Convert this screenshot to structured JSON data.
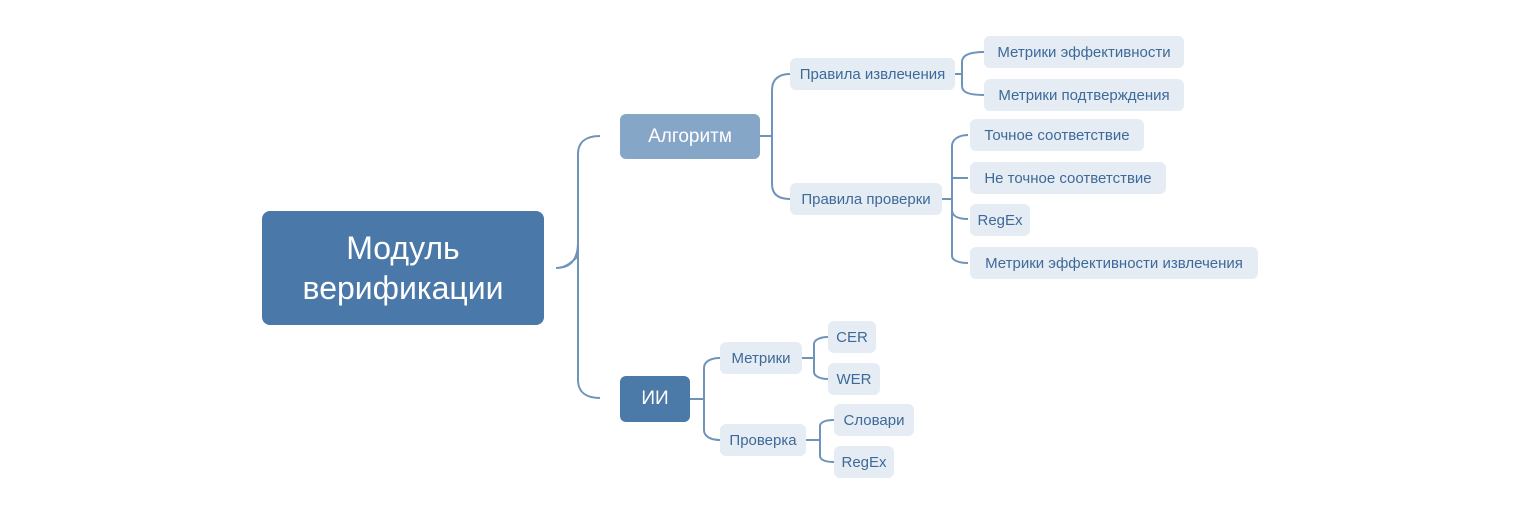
{
  "colors": {
    "root_fill": "#4a78a8",
    "algo_fill": "#86a6c7",
    "ai_fill": "#4b79a8",
    "pill_fill": "#e5ecf4",
    "pill_text": "#3d6a99",
    "connector": "#6f94ba"
  },
  "root": {
    "line1": "Модуль",
    "line2": "верификации"
  },
  "algorithm": {
    "label": "Алгоритм",
    "extraction_rules": {
      "label": "Правила извлечения",
      "children": [
        "Метрики эффективности",
        "Метрики подтверждения"
      ]
    },
    "check_rules": {
      "label": "Правила проверки",
      "children": [
        "Точное соответствие",
        "Не точное соответствие",
        "RegEx",
        "Метрики эффективности извлечения"
      ]
    }
  },
  "ai": {
    "label": "ИИ",
    "metrics": {
      "label": "Метрики",
      "children": [
        "CER",
        "WER"
      ]
    },
    "check": {
      "label": "Проверка",
      "children": [
        "Словари",
        "RegEx"
      ]
    }
  }
}
